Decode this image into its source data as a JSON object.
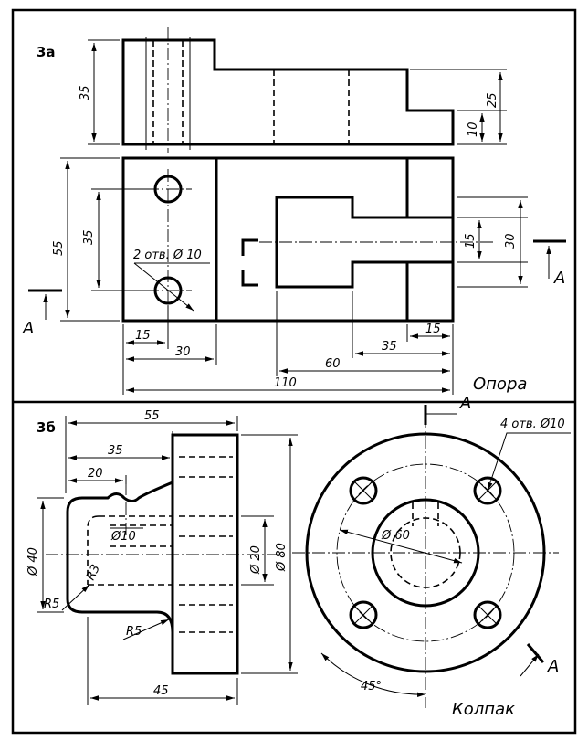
{
  "panels": {
    "a": {
      "label": "3а",
      "name": "Опора"
    },
    "b": {
      "label": "3б",
      "name": "Колпак"
    }
  },
  "section_mark": "А",
  "dims_a": {
    "d35_front": "35",
    "d25": "25",
    "d10": "10",
    "d55": "55",
    "d35_top": "35",
    "holes": "2 отв. Ø 10",
    "d15_right": "15",
    "d30_right": "30",
    "d15_bottom": "15",
    "d30_bottom": "30",
    "d60": "60",
    "d35_bottom": "35",
    "d15_bottom_right": "15",
    "d110": "110"
  },
  "dims_b": {
    "d55": "55",
    "d35": "35",
    "d20": "20",
    "d10": "Ø10",
    "d40": "Ø 40",
    "r5_left": "R5",
    "r3": "R3",
    "r5_bottom": "R5",
    "d20_dia": "Ø 20",
    "d80": "Ø 80",
    "d45": "45",
    "holes": "4 отв. Ø10",
    "d60": "Ø 60",
    "angle": "45°"
  }
}
